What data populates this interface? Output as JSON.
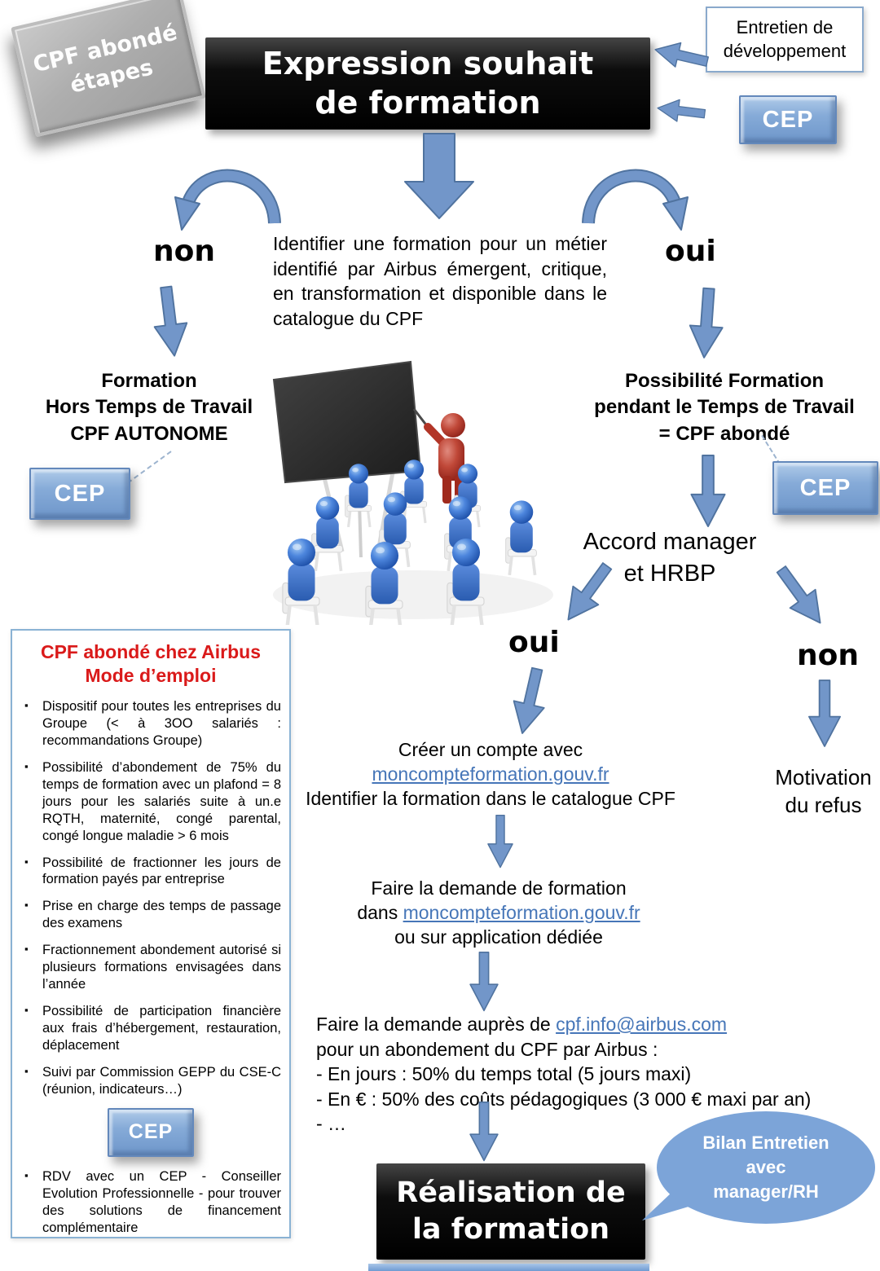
{
  "colors": {
    "accent_blue": "#7296c9",
    "arrow_border": "#50739f",
    "cep_blue": "#7ea6d6",
    "black_box": "#0a0a0a",
    "title_red": "#da1a1a",
    "link_blue": "#4676b8",
    "bubble_blue": "#7ca4d8",
    "sidebar_border": "#8ab2d4",
    "stamp_gray": "#ababab"
  },
  "stamp": {
    "line1": "CPF abondé",
    "line2": "étapes"
  },
  "header": {
    "title_line1": "Expression souhait",
    "title_line2": "de formation",
    "entretien_line1": "Entretien de",
    "entretien_line2": "développement",
    "cep_label": "CEP"
  },
  "decision_top": {
    "no_label": "non",
    "yes_label": "oui",
    "question": "Identifier une formation pour un métier identifié par Airbus émergent, critique, en transformation et disponible dans le catalogue du CPF"
  },
  "left_branch": {
    "line1": "Formation",
    "line2": "Hors Temps de Travail",
    "line3": "CPF AUTONOME",
    "cep_label": "CEP"
  },
  "right_branch": {
    "line1": "Possibilité Formation",
    "line2": "pendant le Temps de Travail",
    "line3": "= CPF abondé",
    "cep_label": "CEP"
  },
  "accord": {
    "line1": "Accord manager",
    "line2": "et HRBP",
    "yes_label": "oui",
    "no_label": "non"
  },
  "refusal": {
    "line1": "Motivation",
    "line2": "du refus"
  },
  "steps": {
    "create": {
      "line1": "Créer un compte avec",
      "link": "moncompteformation.gouv.fr",
      "line3": "Identifier la formation dans le catalogue CPF"
    },
    "request": {
      "line1": "Faire la demande de formation",
      "line2_prefix": "dans ",
      "link": "moncompteformation.gouv.fr",
      "line3": "ou sur application dédiée"
    },
    "email": {
      "line1_prefix": "Faire la demande auprès de ",
      "link": "cpf.info@airbus.com",
      "line2": "pour un abondement du CPF par Airbus :",
      "line3": "- En jours : 50% du temps total (5 jours maxi)",
      "line4": "- En € : 50% des coûts pédagogiques (3 000 € maxi par an)",
      "line5": "-    …"
    }
  },
  "final_box": {
    "line1": "Réalisation de",
    "line2": "la formation"
  },
  "bubble": {
    "line1": "Bilan Entretien",
    "line2": "avec",
    "line3": "manager/RH"
  },
  "sidebar": {
    "title_line1": "CPF abondé chez Airbus",
    "title_line2": "Mode d’emploi",
    "bullets": [
      "Dispositif pour toutes les entreprises du Groupe (< à 3OO salariés : recommandations Groupe)",
      "Possibilité d’abondement de 75% du temps de formation avec un plafond = 8 jours pour les salariés suite à un.e RQTH, maternité, congé parental, congé longue maladie > 6 mois",
      "Possibilité de fractionner les jours de formation payés par entreprise",
      "Prise en charge des temps de passage des examens",
      "Fractionnement abondement autorisé si plusieurs formations envisagées dans l’année",
      "Possibilité de participation financière aux frais d’hébergement, restauration, déplacement",
      "Suivi par Commission GEPP du CSE-C (réunion, indicateurs…)"
    ],
    "cep_label": "CEP",
    "bullets_after": [
      "RDV  avec un CEP - Conseiller Evolution Professionnelle - pour trouver des solutions de financement complémentaire"
    ]
  }
}
